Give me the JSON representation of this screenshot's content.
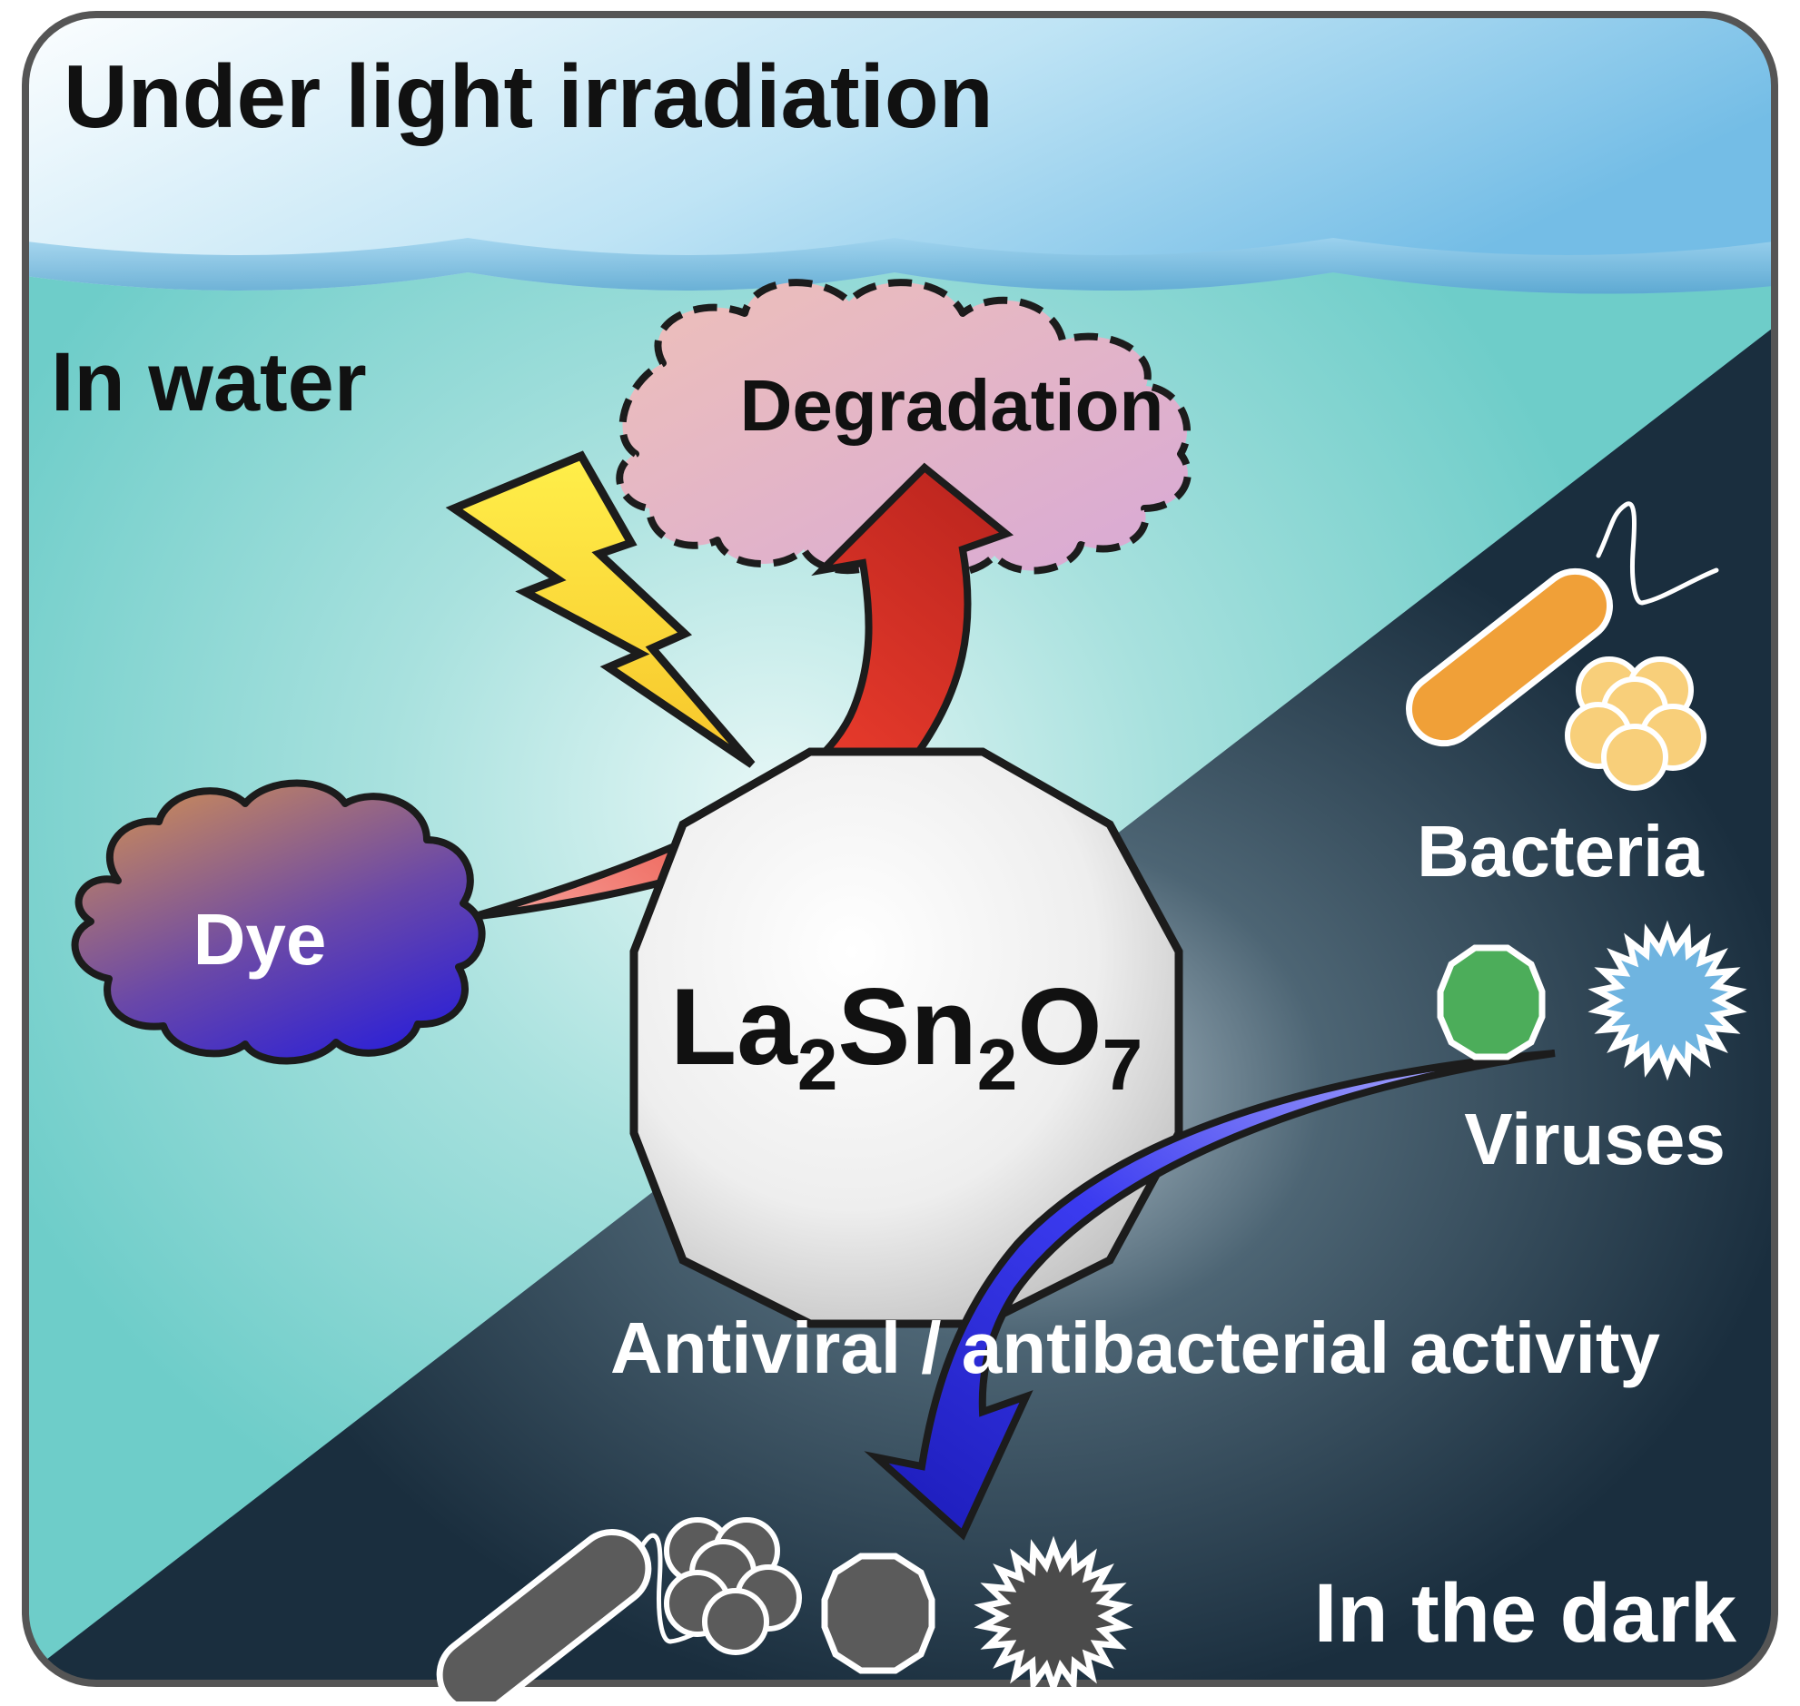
{
  "header": {
    "title": "Under light irradiation"
  },
  "regions": {
    "water_label": "In water",
    "dark_label": "In the dark"
  },
  "center": {
    "formula_parts": [
      "La",
      "2",
      "Sn",
      "2",
      "O",
      "7"
    ]
  },
  "labels": {
    "dye": "Dye",
    "degradation": "Degradation",
    "bacteria": "Bacteria",
    "viruses": "Viruses",
    "activity": "Antiviral / antibacterial activity"
  },
  "icons": [
    "sky-cloud-icon",
    "lightning-bolt-icon",
    "dye-cloud-icon",
    "degradation-cloud-icon",
    "red-curved-arrow-icon",
    "blue-curved-arrow-icon",
    "rod-bacterium-icon",
    "coccus-cluster-icon",
    "polygon-virus-icon",
    "spiky-virus-icon"
  ],
  "colors": {
    "frame": "#555555",
    "water": "#6ecdc9",
    "dark": "#1a2e3e",
    "sky_light": "#ffffff",
    "sky_blue": "#7ec4ea",
    "bolt": "#ffe640",
    "degradation_fill": "#e2b3cf",
    "dye_top": "#c98a5a",
    "dye_bottom": "#2a1fd8",
    "red_arrow": "#e33325",
    "blue_arrow": "#2424d8",
    "rod_bacterium": "#f0a038",
    "coccus": "#f8cf7a",
    "polygon_virus": "#4cad5a",
    "spiky_virus": "#6fb4e0",
    "inactive": "#5b5b5b"
  }
}
